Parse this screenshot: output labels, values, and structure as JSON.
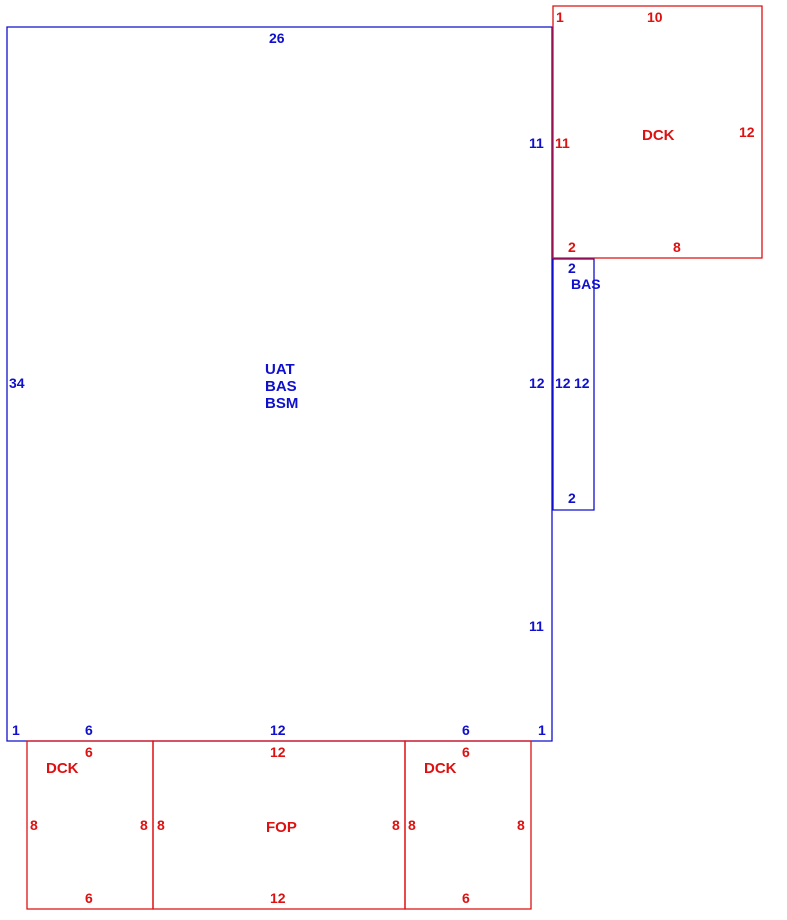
{
  "colors": {
    "main": "#1010cc",
    "addon": "#dd1111",
    "background": "#ffffff"
  },
  "main_area": {
    "labels": [
      "UAT",
      "BAS",
      "BSM"
    ],
    "dimensions": {
      "top": "26",
      "left": "34",
      "right_upper": "11",
      "right_middle": "12",
      "right_lower": "11",
      "bottom_left_end": "1",
      "bottom_left": "6",
      "bottom_center": "12",
      "bottom_right": "6",
      "bottom_right_end": "1"
    }
  },
  "bay": {
    "label": "BAS",
    "dimensions": {
      "top": "2",
      "left": "12",
      "right": "12",
      "bottom": "2"
    }
  },
  "deck_top_right": {
    "label": "DCK",
    "dimensions": {
      "corner": "1",
      "top": "10",
      "left": "11",
      "right": "12",
      "bottom_left": "2",
      "bottom": "8"
    }
  },
  "deck_bottom_left": {
    "label": "DCK",
    "dimensions": {
      "top": "6",
      "left": "8",
      "right": "8",
      "bottom": "6"
    }
  },
  "porch": {
    "label": "FOP",
    "dimensions": {
      "top": "12",
      "left": "8",
      "right": "8",
      "bottom": "12"
    }
  },
  "deck_bottom_right": {
    "label": "DCK",
    "dimensions": {
      "top": "6",
      "left": "8",
      "right": "8",
      "bottom": "6"
    }
  }
}
